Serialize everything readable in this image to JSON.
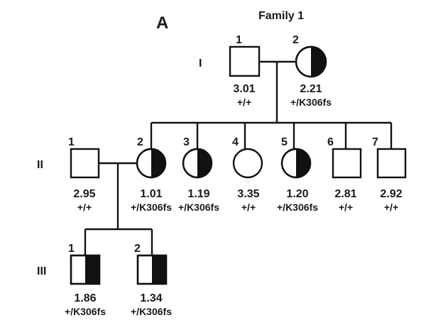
{
  "panel_label": "A",
  "title": "Family 1",
  "colors": {
    "affected": "#111111",
    "unaffected": "#ffffff",
    "line": "#111111"
  },
  "generations": [
    {
      "label": "I",
      "members": [
        {
          "id": "1",
          "sex": "male",
          "status": "unaffected",
          "value": "3.01",
          "genotype": "+/+"
        },
        {
          "id": "2",
          "sex": "female",
          "status": "carrier-half",
          "value": "2.21",
          "genotype": "+/K306fs"
        }
      ]
    },
    {
      "label": "II",
      "members": [
        {
          "id": "1",
          "sex": "male",
          "status": "unaffected",
          "value": "2.95",
          "genotype": "+/+"
        },
        {
          "id": "2",
          "sex": "female",
          "status": "carrier-half",
          "value": "1.01",
          "genotype": "+/K306fs"
        },
        {
          "id": "3",
          "sex": "female",
          "status": "carrier-half",
          "value": "1.19",
          "genotype": "+/K306fs"
        },
        {
          "id": "4",
          "sex": "female",
          "status": "unaffected",
          "value": "3.35",
          "genotype": "+/+"
        },
        {
          "id": "5",
          "sex": "female",
          "status": "carrier-half",
          "value": "1.20",
          "genotype": "+/K306fs"
        },
        {
          "id": "6",
          "sex": "male",
          "status": "unaffected",
          "value": "2.81",
          "genotype": "+/+"
        },
        {
          "id": "7",
          "sex": "male",
          "status": "unaffected",
          "value": "2.92",
          "genotype": "+/+"
        }
      ]
    },
    {
      "label": "III",
      "members": [
        {
          "id": "1",
          "sex": "male",
          "status": "carrier-half",
          "value": "1.86",
          "genotype": "+/K306fs"
        },
        {
          "id": "2",
          "sex": "male",
          "status": "carrier-half",
          "value": "1.34",
          "genotype": "+/K306fs"
        }
      ]
    }
  ]
}
